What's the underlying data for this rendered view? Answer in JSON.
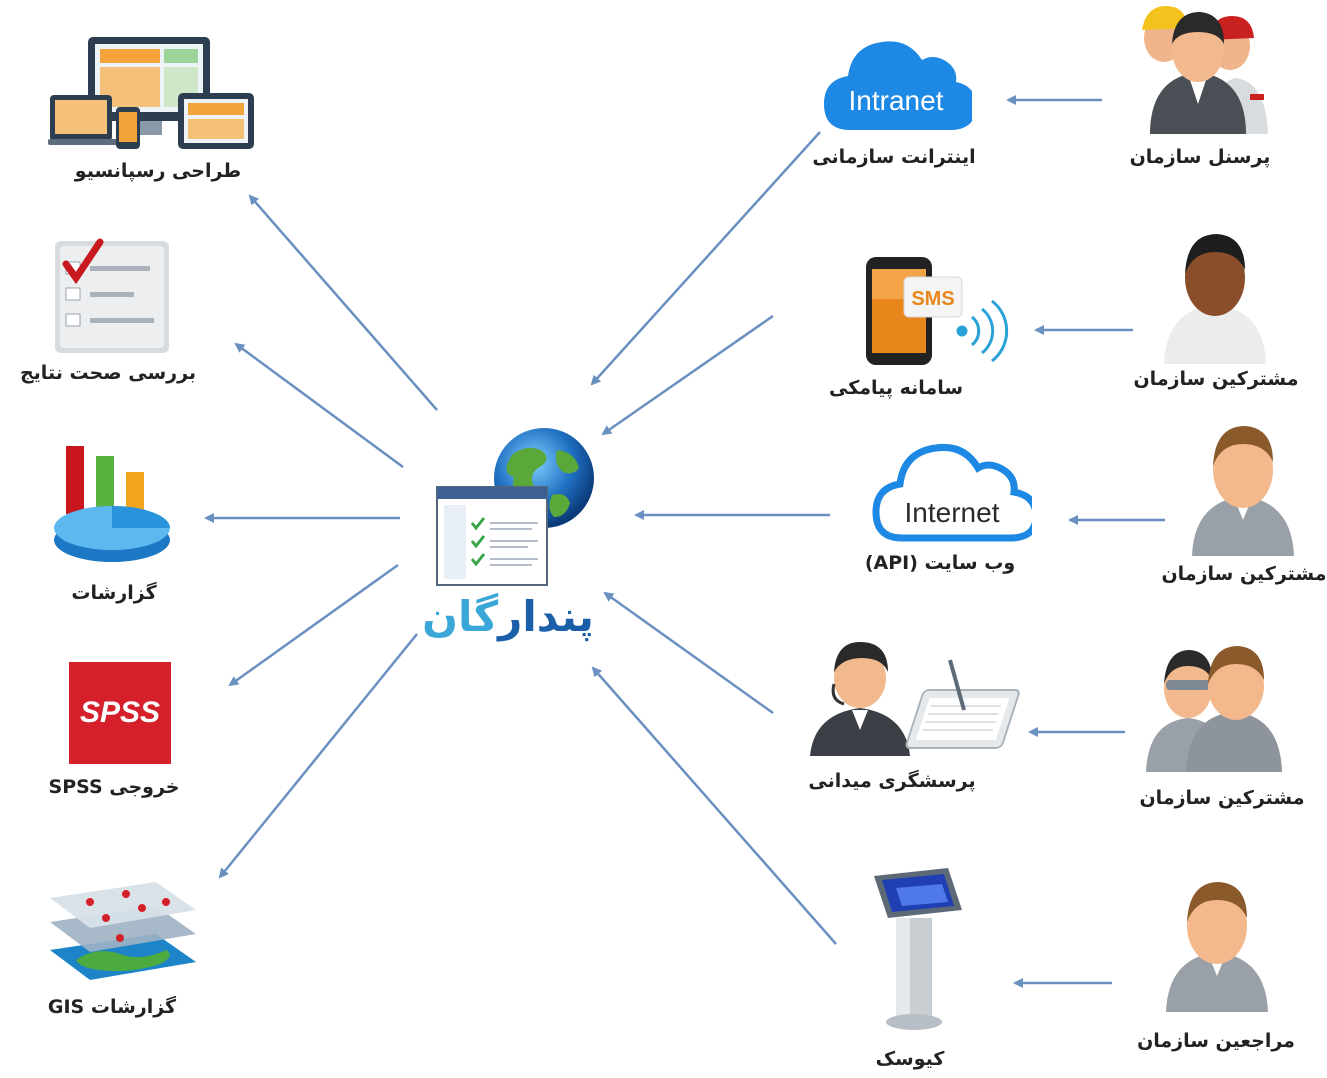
{
  "center": {
    "brand_part1": "پندار",
    "brand_part2": "گان",
    "brand_color1": "#1a5fa8",
    "brand_color2": "#3aa7d8"
  },
  "outputs": [
    {
      "id": "responsive",
      "label": "طراحی رسپانسیو",
      "icon": "responsive-devices-icon"
    },
    {
      "id": "validation",
      "label": "بررسی صحت نتایج",
      "icon": "checklist-icon"
    },
    {
      "id": "reports",
      "label": "گزارشات",
      "icon": "bar-pie-chart-icon"
    },
    {
      "id": "spss",
      "label": "خروجی SPSS",
      "icon": "spss-logo-icon",
      "badge": "SPSS"
    },
    {
      "id": "gis",
      "label": "گزارشات GIS",
      "icon": "gis-map-layers-icon"
    }
  ],
  "channels": [
    {
      "id": "intranet",
      "label": "اینترانت سازمانی",
      "icon": "cloud-icon",
      "badge": "Intranet"
    },
    {
      "id": "sms",
      "label": "سامانه پیامکی",
      "icon": "sms-phone-icon",
      "badge": "SMS"
    },
    {
      "id": "website",
      "label": "وب سایت (API)",
      "icon": "cloud-icon",
      "badge": "Internet"
    },
    {
      "id": "field",
      "label": "پرسشگری میدانی",
      "icon": "interviewer-tablet-icon"
    },
    {
      "id": "kiosk",
      "label": "کیوسک",
      "icon": "kiosk-icon"
    }
  ],
  "sources": [
    {
      "id": "staff",
      "label": "پرسنل سازمان",
      "icon": "staff-group-icon"
    },
    {
      "id": "customers1",
      "label": "مشترکین سازمان",
      "icon": "person-icon"
    },
    {
      "id": "customers2",
      "label": "مشترکین سازمان",
      "icon": "person-icon"
    },
    {
      "id": "customers3",
      "label": "مشترکین سازمان",
      "icon": "person-pair-icon"
    },
    {
      "id": "visitors",
      "label": "مراجعین سازمان",
      "icon": "person-icon"
    }
  ],
  "colors": {
    "arrow": "#6a90c0",
    "cloud": "#1e88e5",
    "spss": "#d5202b"
  }
}
